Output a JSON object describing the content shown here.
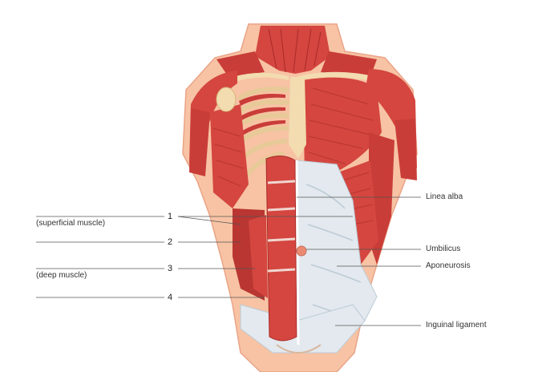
{
  "labels": {
    "left": [
      {
        "number": "1",
        "caption": "(superficial muscle)"
      },
      {
        "number": "2",
        "caption": ""
      },
      {
        "number": "3",
        "caption": "(deep muscle)"
      },
      {
        "number": "4",
        "caption": ""
      }
    ],
    "right": {
      "linea_alba": "Linea alba",
      "umbilicus": "Umbilicus",
      "aponeurosis": "Aponeurosis",
      "inguinal_ligament": "Inguinal ligament"
    }
  },
  "colors": {
    "skin": "#f7c3a4",
    "skin_edge": "#eaa487",
    "muscle": "#d4463f",
    "muscle_dark": "#a82a2a",
    "muscle_light": "#e8736a",
    "tendon": "#e3e9ee",
    "tendon_shade": "#bccbd6",
    "bone": "#f2dcb0",
    "bone_shade": "#d8b47c",
    "leader_line": "#555555"
  }
}
